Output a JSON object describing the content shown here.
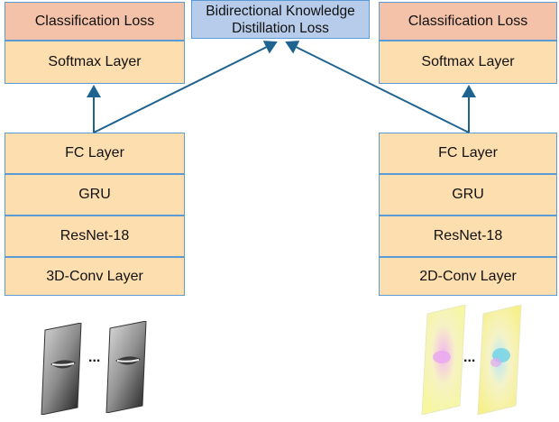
{
  "center": {
    "kd_loss_line1": "Bidirectional Knowledge",
    "kd_loss_line2": "Distillation Loss"
  },
  "left_branch": {
    "loss": "Classification Loss",
    "softmax": "Softmax Layer",
    "fc": "FC Layer",
    "gru": "GRU",
    "resnet": "ResNet-18",
    "conv": "3D-Conv Layer",
    "ellipsis": "..."
  },
  "right_branch": {
    "loss": "Classification Loss",
    "softmax": "Softmax Layer",
    "fc": "FC Layer",
    "gru": "GRU",
    "resnet": "ResNet-18",
    "conv": "2D-Conv Layer",
    "ellipsis": "..."
  },
  "colors": {
    "loss": "#f4c2a8",
    "layer": "#fddeae",
    "kd": "#b7cbea",
    "arrow": "#1f6391",
    "border": "#5b9bd5"
  }
}
